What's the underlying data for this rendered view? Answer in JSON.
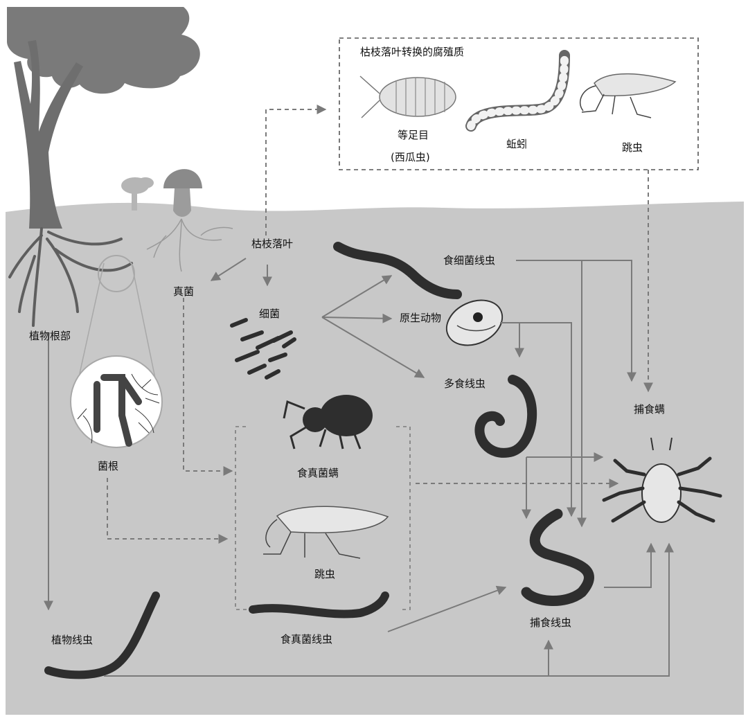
{
  "labels": {
    "decomposer_box_title": "枯枝落叶转换的腐殖质",
    "isopod": "等足目",
    "isopod_note": "(西瓜虫)",
    "millipede": "蚯蚓",
    "springtail_top": "跳虫",
    "litter": "枯枝落叶",
    "fungi": "真菌",
    "bacteria": "细菌",
    "plant_roots": "植物根部",
    "mycorrhiza": "菌根",
    "bacterivore_nematode": "食细菌线虫",
    "protozoa": "原生动物",
    "omnivore_nematode": "多食线虫",
    "predatory_mite": "捕食螨",
    "fungivore_mite": "食真菌螨",
    "springtail": "跳虫",
    "fungivore_nematode": "食真菌线虫",
    "predatory_nematode": "捕食线虫",
    "plant_nematode": "植物线虫"
  },
  "colors": {
    "soil": "#c8c8c8",
    "ink": "#2e2e2e",
    "tree": "#6e6e6e",
    "arrow": "#7a7a7a",
    "box_border": "#555555"
  }
}
